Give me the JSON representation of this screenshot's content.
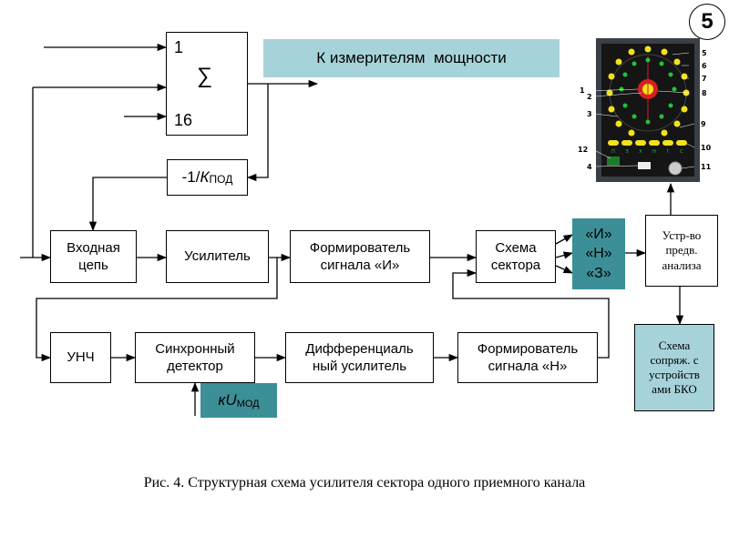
{
  "slide_number": "5",
  "summator": {
    "top_label": "1",
    "symbol": "∑",
    "bottom_label": "16"
  },
  "power_meters_label": "К измерителям  мощности",
  "feedback_block": {
    "prefix": "-1/",
    "k": "К",
    "sub": "ПОД"
  },
  "blocks": {
    "input_circuit": "Входная\nцепь",
    "amplifier": "Усилитель",
    "former_i": "Формирователь\nсигнала «И»",
    "sector_circuit": "Схема\nсектора",
    "unch": "УНЧ",
    "sync_detector": "Синхронный\nдетектор",
    "diff_amp": "Дифференциаль\nный усилитель",
    "former_n": "Формирователь\nсигнала «Н»",
    "pre_analysis": "Устр-во\nпредв.\nанализа",
    "bko_interface": "Схема\nсопряж. с\nустройств\nами БКО"
  },
  "signals": {
    "i": "«И»",
    "n": "«Н»",
    "z": "«З»"
  },
  "modulation": {
    "k": "кU",
    "sub": "МОД"
  },
  "indicator": {
    "callouts": [
      "1",
      "2",
      "3",
      "4",
      "5",
      "6",
      "7",
      "8",
      "9",
      "10",
      "11",
      "12"
    ],
    "bottom_labels": [
      "П",
      "З",
      "Х",
      "Н",
      "Г",
      "С"
    ],
    "colors": {
      "panel": "#1a1a1a",
      "frame": "#3a3f47",
      "yellow": "#f2e21c",
      "green": "#22c23a",
      "red": "#d62020"
    }
  },
  "caption": "Рис. 4. Структурная схема усилителя сектора одного приемного канала",
  "colors": {
    "teal": "#3d8f97",
    "light_teal": "#a6d3d9"
  }
}
